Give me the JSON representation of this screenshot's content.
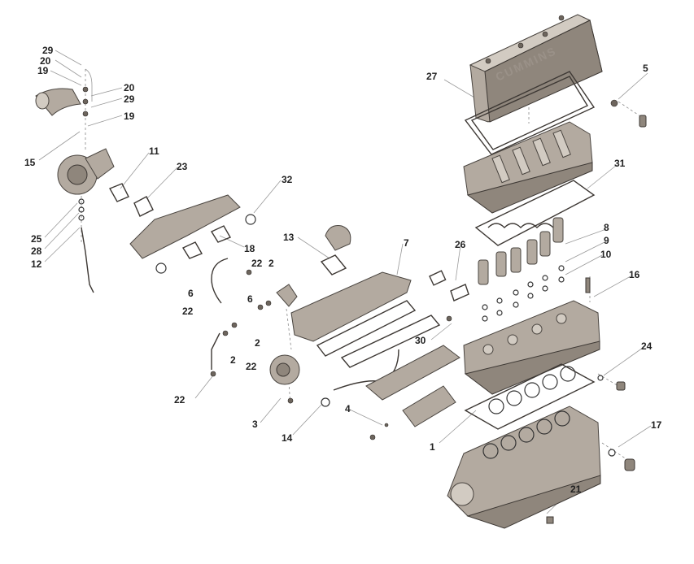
{
  "diagram": {
    "labels": [
      {
        "id": "29a",
        "text": "29"
      },
      {
        "id": "20a",
        "text": "20"
      },
      {
        "id": "19a",
        "text": "19"
      },
      {
        "id": "20b",
        "text": "20"
      },
      {
        "id": "29b",
        "text": "29"
      },
      {
        "id": "19b",
        "text": "19"
      },
      {
        "id": "15",
        "text": "15"
      },
      {
        "id": "11",
        "text": "11"
      },
      {
        "id": "23",
        "text": "23"
      },
      {
        "id": "25",
        "text": "25"
      },
      {
        "id": "28",
        "text": "28"
      },
      {
        "id": "12",
        "text": "12"
      },
      {
        "id": "32",
        "text": "32"
      },
      {
        "id": "13",
        "text": "13"
      },
      {
        "id": "18",
        "text": "18"
      },
      {
        "id": "22a",
        "text": "22"
      },
      {
        "id": "2a",
        "text": "2"
      },
      {
        "id": "6a",
        "text": "6"
      },
      {
        "id": "22b",
        "text": "22"
      },
      {
        "id": "6b",
        "text": "6"
      },
      {
        "id": "2b",
        "text": "2"
      },
      {
        "id": "2c",
        "text": "2"
      },
      {
        "id": "22c",
        "text": "22"
      },
      {
        "id": "22d",
        "text": "22"
      },
      {
        "id": "3",
        "text": "3"
      },
      {
        "id": "14",
        "text": "14"
      },
      {
        "id": "7",
        "text": "7"
      },
      {
        "id": "26",
        "text": "26"
      },
      {
        "id": "30",
        "text": "30"
      },
      {
        "id": "4",
        "text": "4"
      },
      {
        "id": "1",
        "text": "1"
      },
      {
        "id": "27",
        "text": "27"
      },
      {
        "id": "5",
        "text": "5"
      },
      {
        "id": "31",
        "text": "31"
      },
      {
        "id": "8",
        "text": "8"
      },
      {
        "id": "9",
        "text": "9"
      },
      {
        "id": "10",
        "text": "10"
      },
      {
        "id": "16",
        "text": "16"
      },
      {
        "id": "24",
        "text": "24"
      },
      {
        "id": "17",
        "text": "17"
      },
      {
        "id": "21",
        "text": "21"
      }
    ],
    "cover_emboss": "CUMMINS"
  }
}
